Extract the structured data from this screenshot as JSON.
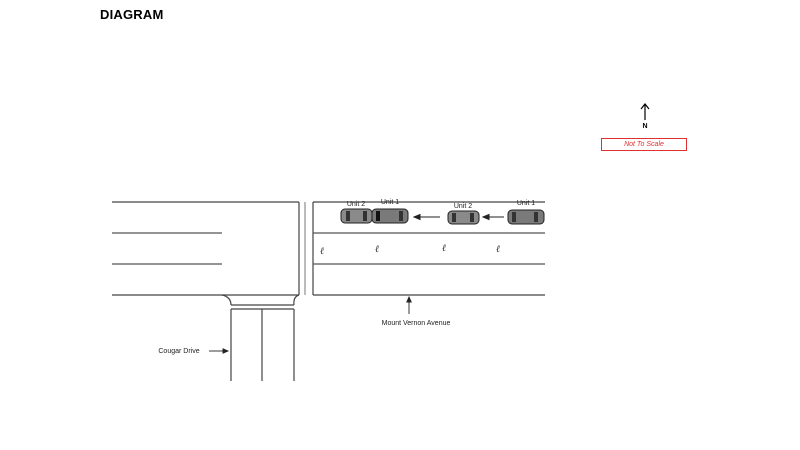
{
  "heading": "DIAGRAM",
  "north_label": "N",
  "scale_note": "Not To Scale",
  "units": [
    {
      "label": "Unit 2"
    },
    {
      "label": "Unit 1"
    },
    {
      "label": "Unit 2"
    },
    {
      "label": "Unit 1"
    }
  ],
  "street_labels": {
    "mount_vernon": "Mount Vernon Avenue",
    "cougar": "Cougar Drive"
  },
  "lane_symbol": "ℓ"
}
